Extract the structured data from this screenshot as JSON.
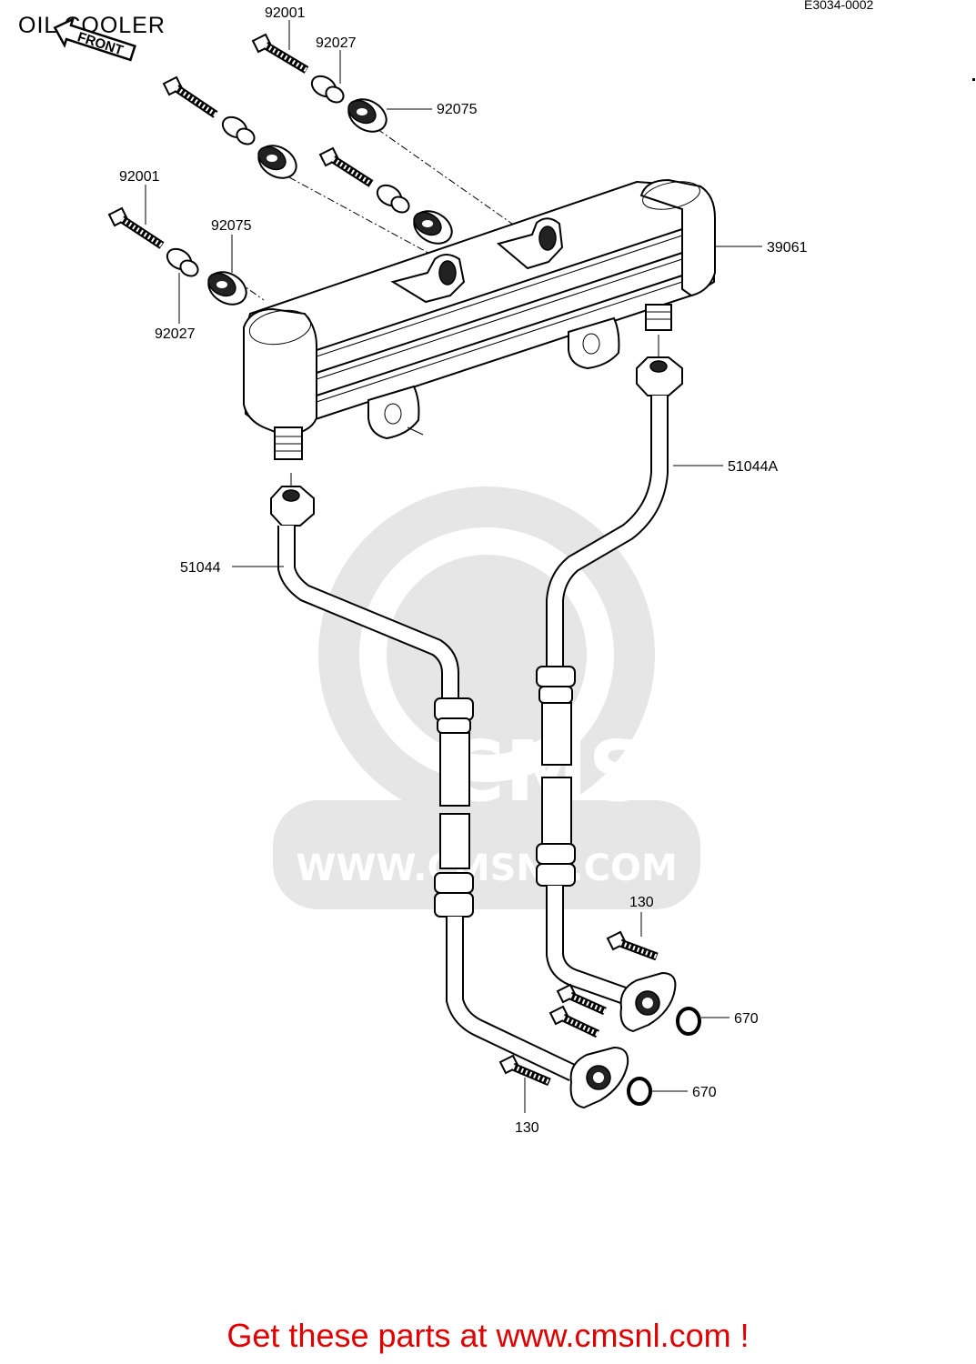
{
  "header": {
    "title": "OIL COOLER",
    "ref_code": "E3034-0002",
    "direction_arrow_label": "FRONT"
  },
  "watermark": {
    "brand": "CMS",
    "url": "WWW.CMSNL.COM"
  },
  "callouts": [
    {
      "id": "92001-top",
      "text": "92001"
    },
    {
      "id": "92027-top",
      "text": "92027"
    },
    {
      "id": "92075-top",
      "text": "92075"
    },
    {
      "id": "92001-left",
      "text": "92001"
    },
    {
      "id": "92075-left",
      "text": "92075"
    },
    {
      "id": "92027-left",
      "text": "92027"
    },
    {
      "id": "39061",
      "text": "39061"
    },
    {
      "id": "51044A",
      "text": "51044A"
    },
    {
      "id": "51044",
      "text": "51044"
    },
    {
      "id": "130-upper",
      "text": "130"
    },
    {
      "id": "670-upper",
      "text": "670"
    },
    {
      "id": "670-lower",
      "text": "670"
    },
    {
      "id": "130-lower",
      "text": "130"
    }
  ],
  "footer": {
    "text": "Get these parts at www.cmsnl.com !"
  },
  "colors": {
    "footer_text": "#e00000",
    "line_art": "#000000",
    "watermark": "#e6e6e6"
  }
}
